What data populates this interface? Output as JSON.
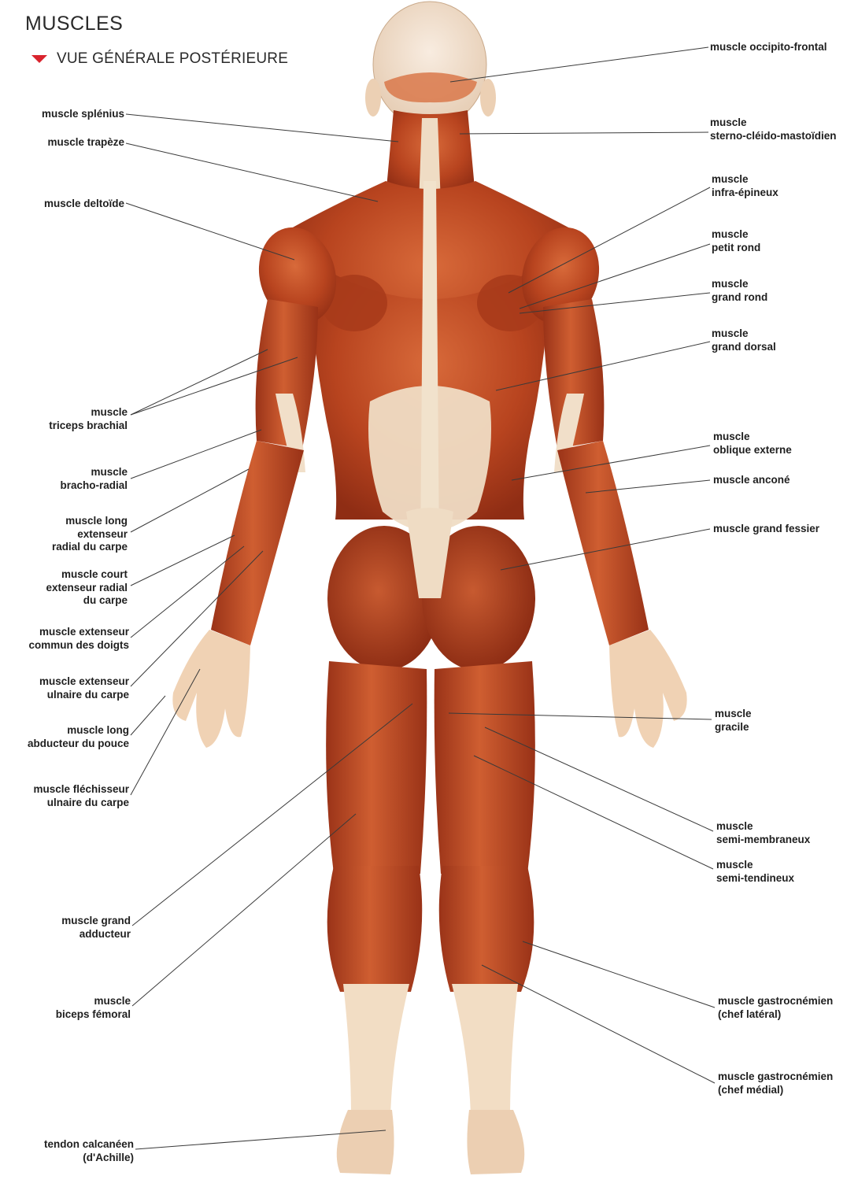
{
  "header": {
    "title": "MUSCLES",
    "subtitle": "VUE GÉNÉRALE POSTÉRIEURE",
    "accent": "#d9232d"
  },
  "labels": {
    "occipito_frontal": "muscle occipito-frontal",
    "splenius": "muscle splénius",
    "trapeze": "muscle trapèze",
    "sterno": "muscle\nsterno-cléido-mastoïdien",
    "deltoide": "muscle deltoïde",
    "infra_epineux": "muscle\ninfra-épineux",
    "petit_rond": "muscle\npetit rond",
    "grand_rond": "muscle\ngrand rond",
    "grand_dorsal": "muscle\ngrand dorsal",
    "triceps": "muscle\ntriceps brachial",
    "oblique": "muscle\noblique externe",
    "bracho_radial": "muscle\nbracho-radial",
    "ancone": "muscle anconé",
    "long_ext_radial": "muscle long\nextenseur\nradial du carpe",
    "grand_fessier": "muscle grand fessier",
    "court_ext_radial": "muscle court\nextenseur radial\ndu carpe",
    "ext_commun": "muscle extenseur\ncommun des doigts",
    "ext_ulnaire": "muscle extenseur\nulnaire du carpe",
    "gracile": "muscle\ngracile",
    "long_abducteur": "muscle long\nabducteur du pouce",
    "flechisseur": "muscle fléchisseur\nulnaire du carpe",
    "semi_membraneux": "muscle\nsemi-membraneux",
    "semi_tendineux": "muscle\nsemi-tendineux",
    "grand_adducteur": "muscle grand\nadducteur",
    "biceps_femoral": "muscle\nbiceps fémoral",
    "gastro_lateral": "muscle gastrocnémien\n(chef latéral)",
    "gastro_medial": "muscle gastrocnémien\n(chef médial)",
    "achille": "tendon calcanéen\n(d'Achille)"
  },
  "colors": {
    "muscle": "#b8441f",
    "muscle_dark": "#8f2d14",
    "muscle_light": "#d66a3c",
    "skin": "#f2d3b6",
    "tendon": "#f4e6d2",
    "leader": "#3a3a3a"
  }
}
